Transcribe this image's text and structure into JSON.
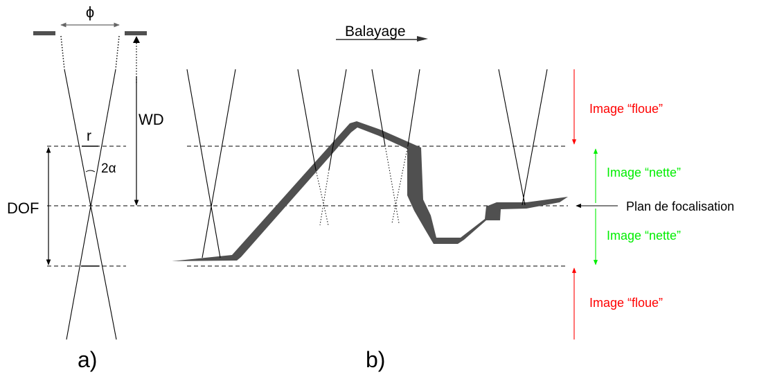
{
  "panel_a": {
    "phi_label": "ϕ",
    "r_label": "r",
    "angle_label": "2α",
    "wd_label": "WD",
    "dof_label": "DOF",
    "caption": "a)"
  },
  "panel_b": {
    "scan_label": "Balayage",
    "caption": "b)",
    "zones": [
      {
        "text": "Image “floue”",
        "color": "#ff0000"
      },
      {
        "text": "Image “nette”",
        "color": "#00ee00"
      },
      {
        "text": "Image “nette”",
        "color": "#00ee00"
      },
      {
        "text": "Image “floue”",
        "color": "#ff0000"
      }
    ],
    "focal_plane_label": "Plan de focalisation"
  },
  "colors": {
    "surface": "#505050",
    "line": "#000000",
    "wd_arrow": "#000000"
  }
}
